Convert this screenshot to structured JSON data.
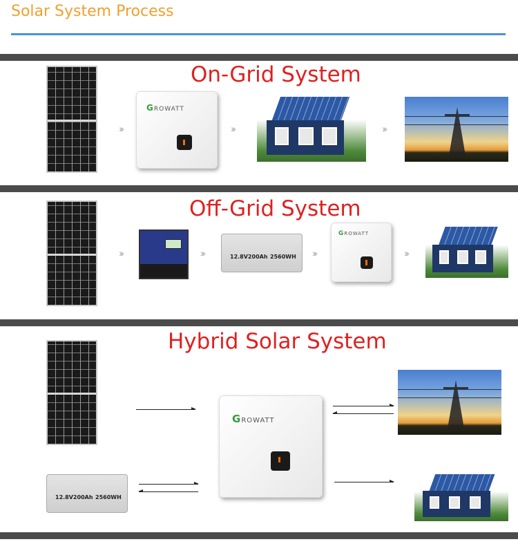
{
  "header": {
    "title": "Solar System Process"
  },
  "sections": [
    {
      "title": "On-Grid System"
    },
    {
      "title": "Off-Grid System"
    },
    {
      "title": "Hybrid Solar System"
    }
  ],
  "inverter": {
    "brand_initial": "G",
    "brand_rest": "ROWATT"
  },
  "battery": {
    "label_1": "12.8V200Ah",
    "label_2": "2560WH"
  },
  "colors": {
    "title": "#f0a030",
    "title_line": "#4a90e2",
    "section_title": "#e02020",
    "divider": "#4b4b4b"
  },
  "icons": [
    "solar-panel-icon",
    "inverter-icon",
    "house-icon",
    "power-grid-icon",
    "charge-controller-icon",
    "battery-icon",
    "chevron-right-icon",
    "arrow-right-icon",
    "arrow-left-icon"
  ]
}
